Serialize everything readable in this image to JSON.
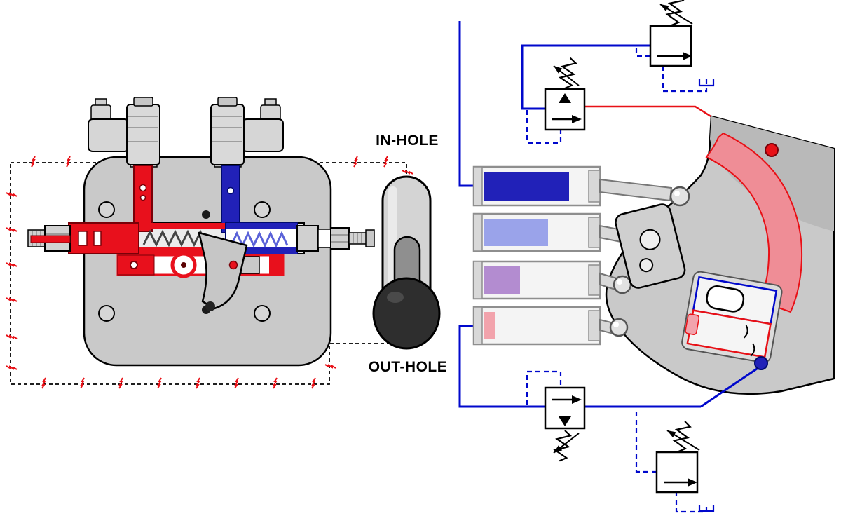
{
  "labels": {
    "in_hole": "IN-HOLE",
    "out_hole": "OUT-HOLE"
  },
  "colors": {
    "red": "#e8101c",
    "dark_red": "#7a0008",
    "blue": "#2121b8",
    "dark_blue": "#000a6e",
    "light_blue": "#9aa3ea",
    "purple": "#b38cd0",
    "pink": "#f2a3ac",
    "salmon": "#ef8d96",
    "circuit_blue": "#0008cc",
    "circuit_red": "#e81016",
    "body_gray": "#c9c9c9",
    "knob_dark": "#2e2e2e"
  },
  "cylinders": [
    {
      "name": "cylinder-1",
      "fill_color": "#2121b8",
      "fill_fraction": 0.72
    },
    {
      "name": "cylinder-2",
      "fill_color": "#9aa3ea",
      "fill_fraction": 0.55
    },
    {
      "name": "cylinder-3",
      "fill_color": "#b38cd0",
      "fill_fraction": 0.31
    },
    {
      "name": "cylinder-4",
      "fill_color": "#f2a3ac",
      "fill_fraction": 0.1
    }
  ]
}
